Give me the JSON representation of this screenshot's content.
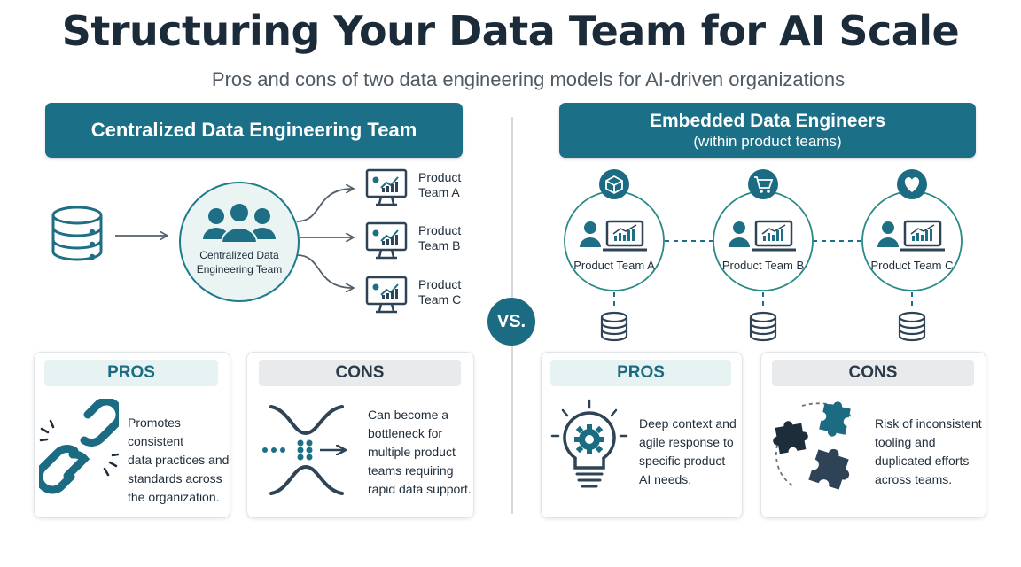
{
  "header": {
    "title": "Structuring Your Data Team for AI Scale",
    "subtitle": "Pros and cons of two data engineering models for AI-driven organizations"
  },
  "left": {
    "banner": "Centralized Data Engineering Team",
    "center_label": "Centralized Data Engineering Team",
    "teams": [
      "Product Team A",
      "Product Team B",
      "Product Team C"
    ],
    "pros": {
      "label": "PROS",
      "text": [
        "Promotes consistent",
        "data practices and",
        "standards across",
        "the organization."
      ]
    },
    "cons": {
      "label": "CONS",
      "text": [
        "Can become a",
        "bottleneck for",
        "multiple product",
        "teams requiring",
        "rapid data support."
      ]
    }
  },
  "vs": "VS.",
  "right": {
    "banner": "Embedded Data Engineers",
    "banner_sub": "(within product teams)",
    "teams": [
      "Product Team A",
      "Product Team B",
      "Product Team C"
    ],
    "team_icons": [
      "cube-icon",
      "cart-icon",
      "heart-icon"
    ],
    "pros": {
      "label": "PROS",
      "text": [
        "Deep context and",
        "agile response to",
        "specific product",
        "AI needs."
      ]
    },
    "cons": {
      "label": "CONS",
      "text": [
        "Risk of inconsistent",
        "tooling and",
        "duplicated efforts",
        "across teams."
      ]
    }
  },
  "colors": {
    "teal": "#1b7088",
    "dark": "#2e4356",
    "light_teal": "#e6f3f2"
  }
}
